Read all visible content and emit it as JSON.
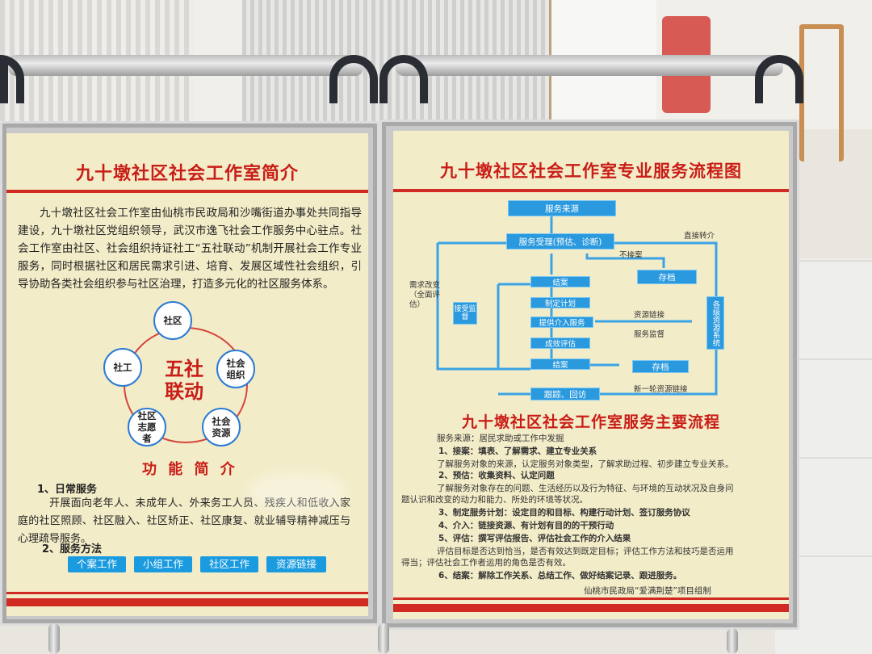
{
  "left_board": {
    "title": "九十墩社区社会工作室简介",
    "intro": "九十墩社区社会工作室由仙桃市民政局和沙嘴街道办事处共同指导建设，九十墩社区党组织领导，武汉市逸飞社会工作服务中心驻点。社会工作室由社区、社会组织持证社工“五社联动”机制开展社会工作专业服务，同时根据社区和居民需求引进、培育、发展区域性社会组织，引导协助各类社会组织参与社区治理，打造多元化的社区服务体系。",
    "wushe": {
      "center_line1": "五社",
      "center_line2": "联动",
      "nodes": [
        "社区",
        "社会组织",
        "社会资源",
        "社区志愿者",
        "社工"
      ]
    },
    "function_title": "功 能 简 介",
    "daily_service_heading": "1、日常服务",
    "daily_service_text": "开展面向老年人、未成年人、外来务工人员、残疾人和低收入家庭的社区照顾、社区融入、社区矫正、社区康复、就业辅导精神减压与心理疏导服务。",
    "methods_heading": "2、服务方法",
    "methods": [
      "个案工作",
      "小组工作",
      "社区工作",
      "资源链接"
    ]
  },
  "right_board": {
    "title": "九十墩社区社会工作室专业服务流程图",
    "flow": {
      "source": "服务来源",
      "intake": "服务受理(预估、诊断)",
      "direct_referral": "直接转介",
      "not_accepted": "不接案",
      "archive": "存档",
      "needs_change": "需求改变（全面评估）",
      "supervision": "接受监督",
      "case": "结案",
      "plan": "制定计划",
      "intervention": "提供介入服务",
      "evaluation": "成效评估",
      "close": "结案",
      "archive2": "存档",
      "followup": "跟踪、回访",
      "resource_link": "资源链接",
      "service_supervision": "服务监督",
      "new_round": "新一轮资源链接",
      "systems": "各级资源系统"
    },
    "main_title": "九十墩社区社会工作室服务主要流程",
    "steps": [
      "服务来源：居民求助或工作中发掘",
      "1、接案：填表、了解需求、建立专业关系",
      "了解服务对象的来源，认定服务对象类型，了解求助过程、初步建立专业关系。",
      "2、预估：收集资料、认定问题",
      "了解服务对象存在的问题、生活经历以及行为特征、与环境的互动状况及自身问题认识和改变的动力和能力、所处的环境等状况。",
      "3、制定服务计划：设定目的和目标、构建行动计划、签订服务协议",
      "4、介入：链接资源、有计划有目的的干预行动",
      "5、评估：撰写评估报告、评估社会工作的介入结果",
      "评估目标是否达到恰当，是否有效达到既定目标；评估工作方法和技巧是否运用得当；评估社会工作者运用的角色是否有效。",
      "6、结案：解除工作关系、总结工作、做好结案记录、跟进服务。"
    ],
    "footer": "仙桃市民政局“爱满荆楚”项目组制"
  },
  "colors": {
    "title_red": "#c91d17",
    "flow_blue": "#2a99de",
    "panel_bg": "#f3ecc8"
  }
}
